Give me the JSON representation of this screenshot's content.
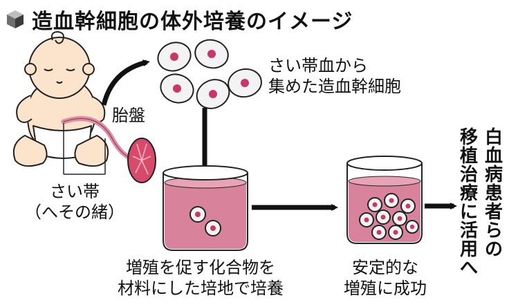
{
  "title": "造血幹細胞の体外培養のイメージ",
  "icon": "cube-icon",
  "labels": {
    "placenta": "胎盤",
    "cord_cells": [
      "さい帯血から",
      "集めた造血幹細胞"
    ],
    "umbilical_cord": [
      "さい帯",
      "（へその緒）"
    ],
    "culture": [
      "増殖を促す化合物を",
      "材料にした培地で培養"
    ],
    "success": [
      "安定的な",
      "増殖に成功"
    ],
    "application_col1": "白血病患者らの",
    "application_col2": "移植治療に活用へ"
  },
  "colors": {
    "medium": "#d9829c",
    "cell_nucleus": "#c8366b",
    "cell_body": "#f3f3f3",
    "skin": "#fbe3cc",
    "arrow": "#111111"
  }
}
